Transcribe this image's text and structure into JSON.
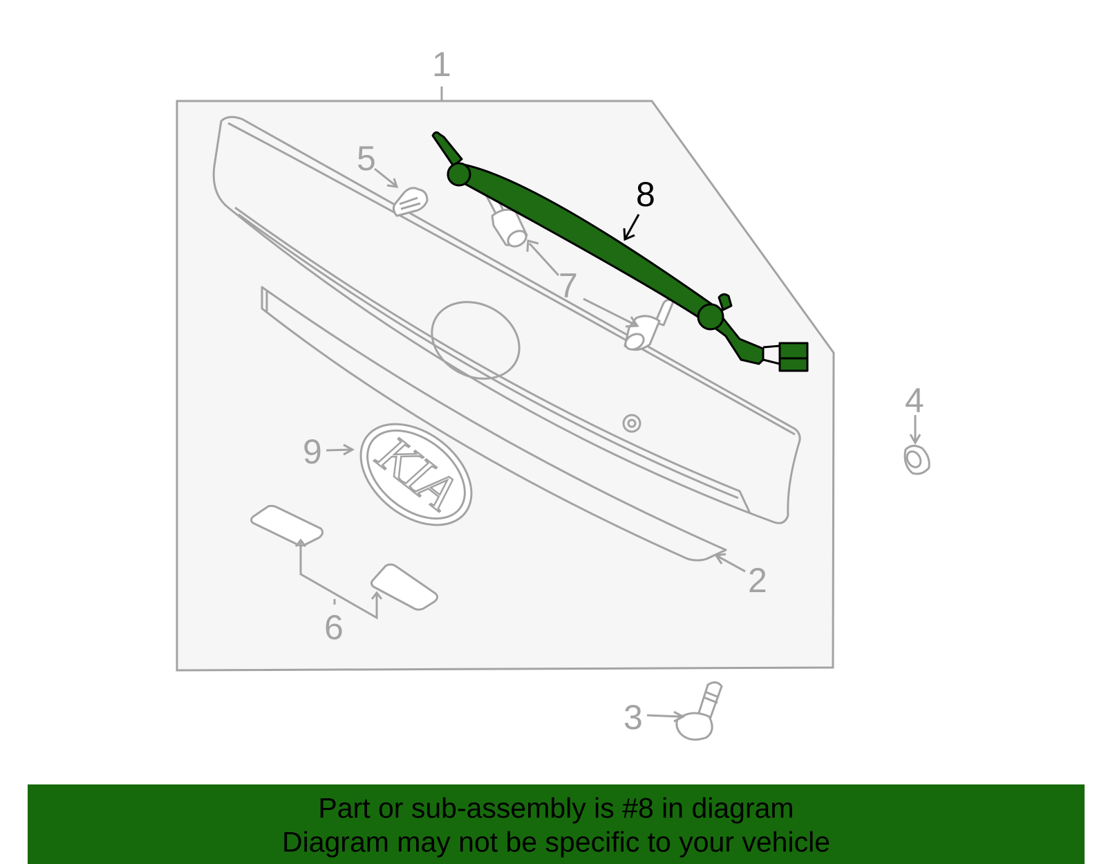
{
  "diagram": {
    "callouts": [
      "1",
      "2",
      "3",
      "4",
      "5",
      "6",
      "7",
      "8",
      "9"
    ],
    "highlighted_callout": "8",
    "emblem_text": "KIA"
  },
  "banner": {
    "line1": "Part or sub-assembly is #8 in diagram",
    "line2": "Diagram may not be specific to your vehicle"
  },
  "colors": {
    "highlight_part": "#1e6b14",
    "banner_bg": "#176a0c",
    "panel_bg": "#f6f6f6",
    "line_gray": "#a3a3a3",
    "text": "#000000"
  }
}
